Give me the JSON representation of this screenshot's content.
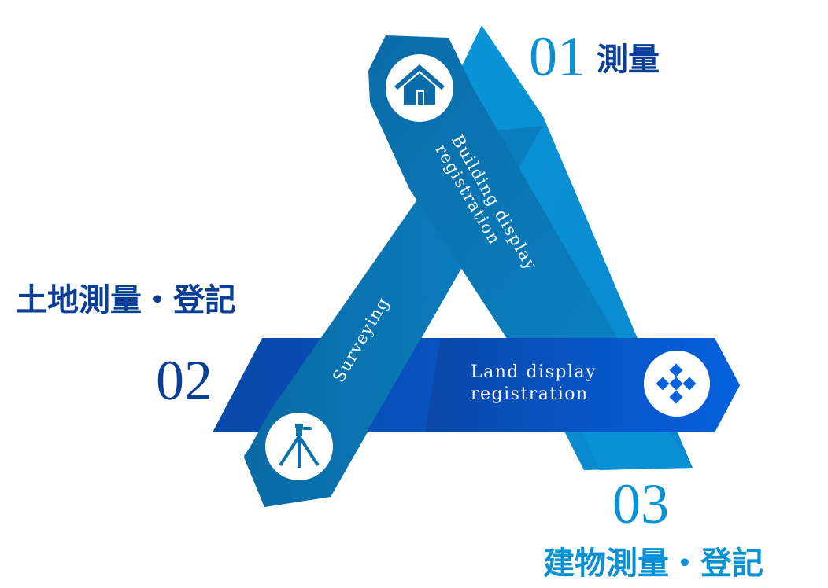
{
  "colors": {
    "band_right_light": "#0a8ed4",
    "band_left_dark": "#0a6aa5",
    "band_horizontal": "#0553c9",
    "label_dark_blue": "#0a3f95",
    "label_light_blue": "#0a91d3",
    "text_white": "#ffffff"
  },
  "steps": [
    {
      "number": "01",
      "title": "測量",
      "band_text_line1": "Building display",
      "band_text_line2": "registration",
      "icon": "house-icon"
    },
    {
      "number": "02",
      "title": "土地測量・登記",
      "band_text_line1": "Surveying",
      "icon": "tripod-icon"
    },
    {
      "number": "03",
      "title": "建物測量・登記",
      "band_text_line1": "Land display",
      "band_text_line2": "registration",
      "icon": "diamond-grid-icon"
    }
  ]
}
